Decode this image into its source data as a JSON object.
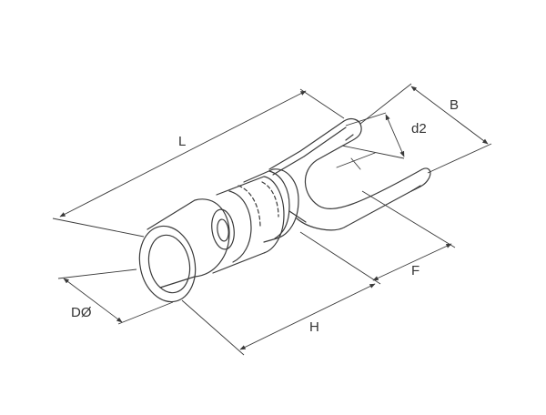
{
  "labels": {
    "L": "L",
    "B": "B",
    "d2": "d2",
    "F": "F",
    "H": "H",
    "D": "DØ"
  },
  "colors": {
    "line": "#3a3a3a",
    "background": "#ffffff"
  }
}
